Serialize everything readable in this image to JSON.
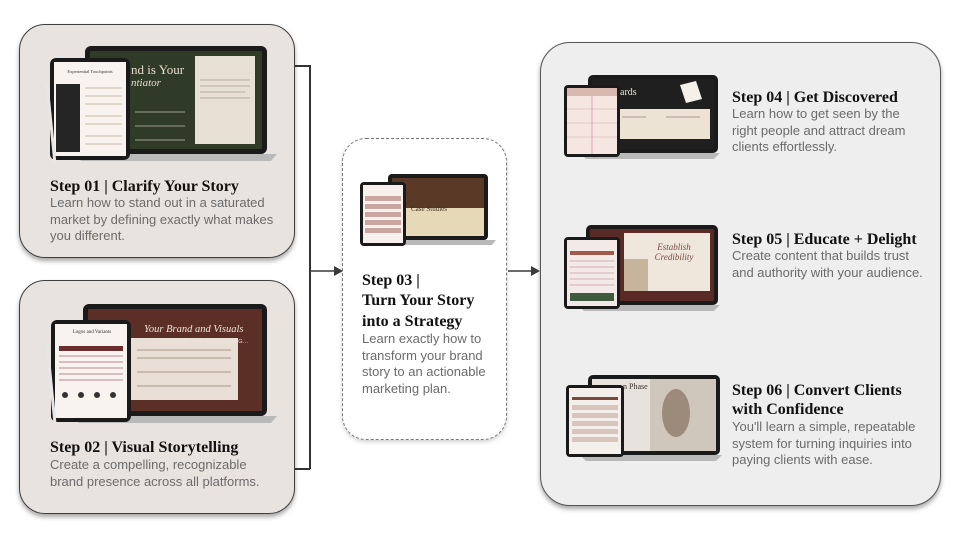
{
  "steps": [
    {
      "title": "Step 01 | Clarify Your Story",
      "desc": "Learn how to stand out in a saturated market by defining exactly what makes you different.",
      "mockup": {
        "tablet_heading": "Experiential Touchpoints",
        "laptop_text": "nd is Your",
        "laptop_subtext": "ntiator"
      }
    },
    {
      "title": "Step 02 | Visual Storytelling",
      "desc": "Create a compelling, recognizable brand presence across all platforms.",
      "mockup": {
        "tablet_heading": "Logos and Variants",
        "laptop_text": "Your Brand and Visuals",
        "laptop_subtext": "CONSIDER THE FOLLOWING..."
      }
    },
    {
      "title_lines": [
        "Step 03 |",
        "Turn Your Story",
        "into a Strategy"
      ],
      "desc": "Learn exactly how to transform your brand story to an actionable marketing plan.",
      "mockup": {
        "laptop_text": "Case Studies"
      }
    },
    {
      "title": "Step 04 | Get Discovered",
      "desc": "Learn how to get seen by the right people and attract dream clients effortlessly.",
      "mockup": {
        "laptop_text": "ards"
      }
    },
    {
      "title": "Step 05 | Educate + Delight",
      "desc": "Create content that builds trust and authority with your audience.",
      "mockup": {
        "laptop_text": "Establish Credibility"
      }
    },
    {
      "title_lines": [
        "Step 06 | Convert Clients",
        "with Confidence"
      ],
      "desc": "You'll learn a simple, repeatable system for turning inquiries into paying clients with ease.",
      "mockup": {
        "laptop_text": "n Phase"
      }
    }
  ],
  "colors": {
    "card_left_bg": "#e9e3df",
    "card_right_bg": "#eeeeee",
    "card_mid_bg": "#ffffff",
    "arrow": "#3a3a3a"
  }
}
